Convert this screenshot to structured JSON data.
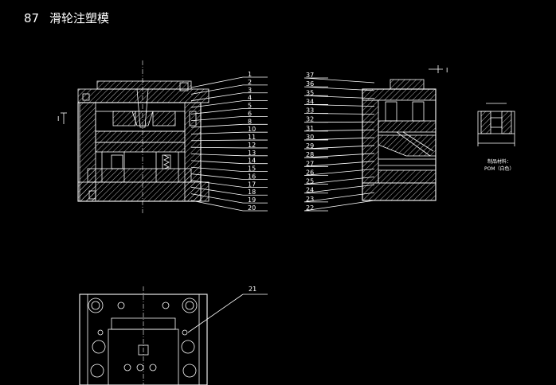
{
  "title": {
    "number": "87",
    "text": "滑轮注塑模"
  },
  "callouts_left": [
    "1",
    "2",
    "3",
    "4",
    "5",
    "6",
    "8",
    "10",
    "11",
    "12",
    "13",
    "14",
    "15",
    "16",
    "17",
    "18",
    "19",
    "20"
  ],
  "callouts_right": [
    "37",
    "36",
    "35",
    "34",
    "33",
    "32",
    "31",
    "30",
    "29",
    "28",
    "27",
    "26",
    "25",
    "24",
    "23",
    "22"
  ],
  "callout_bottom": "21",
  "section_mark": "I",
  "part_note": {
    "line1": "制品材料：",
    "line2": "POM（白色）"
  },
  "colors": {
    "background": "#000000",
    "line": "#ffffff"
  }
}
